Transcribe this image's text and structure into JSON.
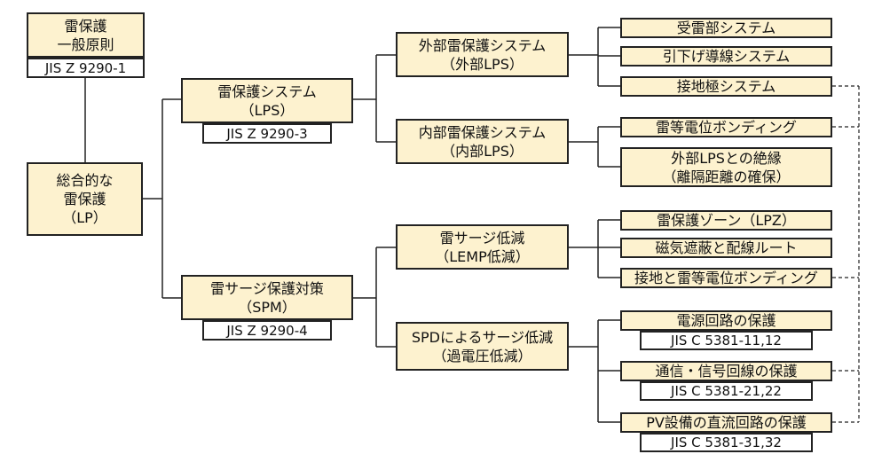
{
  "root": {
    "lines": [
      "雷保護",
      "一般原則"
    ],
    "standard": "JIS Z 9290-1"
  },
  "lp": {
    "lines": [
      "総合的な",
      "雷保護",
      "（LP）"
    ]
  },
  "lps": {
    "lines": [
      "雷保護システム",
      "（LPS）"
    ],
    "standard": "JIS Z 9290-3",
    "external": {
      "lines": [
        "外部雷保護システム",
        "（外部LPS）"
      ],
      "items": [
        "受雷部システム",
        "引下げ導線システム",
        "接地極システム"
      ]
    },
    "internal": {
      "lines": [
        "内部雷保護システム",
        "（内部LPS）"
      ],
      "items": [
        "雷等電位ボンディング"
      ],
      "isolation_lines": [
        "外部LPSとの絶縁",
        "（離隔距離の確保）"
      ]
    }
  },
  "spm": {
    "lines": [
      "雷サージ保護対策",
      "（SPM）"
    ],
    "standard": "JIS Z 9290-4",
    "lemp": {
      "lines": [
        "雷サージ低減",
        "（LEMP低減）"
      ],
      "items": [
        "雷保護ゾーン（LPZ）",
        "磁気遮蔽と配線ルート",
        "接地と雷等電位ボンディング"
      ]
    },
    "spd": {
      "lines": [
        "SPDによるサージ低減",
        "（過電圧低減）"
      ],
      "items": [
        {
          "label": "電源回路の保護",
          "standard": "JIS C 5381-11,12"
        },
        {
          "label": "通信・信号回線の保護",
          "standard": "JIS C 5381-21,22"
        },
        {
          "label": "PV設備の直流回路の保護",
          "standard": "JIS C 5381-31,32"
        }
      ]
    }
  },
  "colors": {
    "box_fill": "#fdf2cf",
    "standard_fill": "#ffffff",
    "border": "#222222"
  }
}
